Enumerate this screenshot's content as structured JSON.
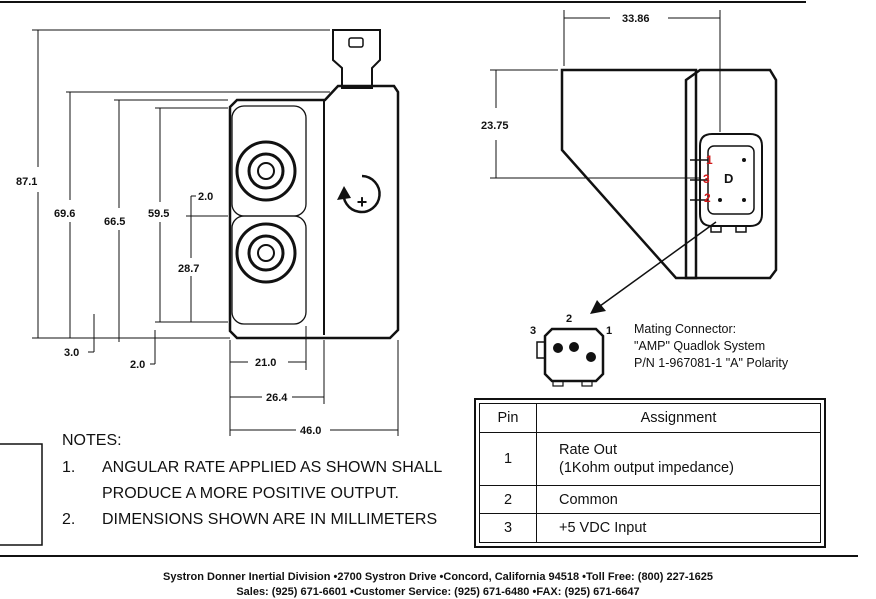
{
  "dimensions": {
    "total_height": "87.1",
    "body_height": "69.6",
    "inner_height": "66.5",
    "window_height": "59.5",
    "pitch": "28.7",
    "gap_a": "2.0",
    "offset_bottom": "3.0",
    "gap_b": "2.0",
    "face_width": "21.0",
    "mid_width": "26.4",
    "total_width": "46.0",
    "side_width": "33.86",
    "side_height": "23.75"
  },
  "rotation_symbol": "+",
  "connector_pins": {
    "top": "2",
    "left": "3",
    "right": "1"
  },
  "pin_marks": {
    "p1": "1",
    "p3": "3",
    "p2": "2",
    "d": "D"
  },
  "mating_connector": {
    "line1": "Mating Connector:",
    "line2": "\"AMP\" Quadlok System",
    "line3": "P/N 1-967081-1 \"A\" Polarity"
  },
  "notes": {
    "heading": "NOTES:",
    "items": [
      {
        "num": "1.",
        "line1": "ANGULAR RATE APPLIED AS SHOWN SHALL",
        "line2": "PRODUCE A MORE POSITIVE OUTPUT."
      },
      {
        "num": "2.",
        "line1": "DIMENSIONS SHOWN ARE IN MILLIMETERS"
      }
    ]
  },
  "pin_table": {
    "headers": {
      "pin": "Pin",
      "assignment": "Assignment"
    },
    "rows": [
      {
        "pin": "1",
        "line1": "Rate Out",
        "line2": "(1Kohm output impedance)"
      },
      {
        "pin": "2",
        "line1": "Common"
      },
      {
        "pin": "3",
        "line1": "+5 VDC Input"
      }
    ]
  },
  "footer": {
    "line1": [
      "Systron Donner Inertial Division",
      "2700 Systron Drive",
      "Concord, California  94518",
      "Toll Free: (800) 227-1625"
    ],
    "line2": [
      "Sales: (925) 671-6601",
      "Customer Service: (925) 671-6480",
      "FAX: (925) 671-6647"
    ]
  },
  "colors": {
    "ink": "#111111",
    "pin_marks": "#d11a1a"
  }
}
